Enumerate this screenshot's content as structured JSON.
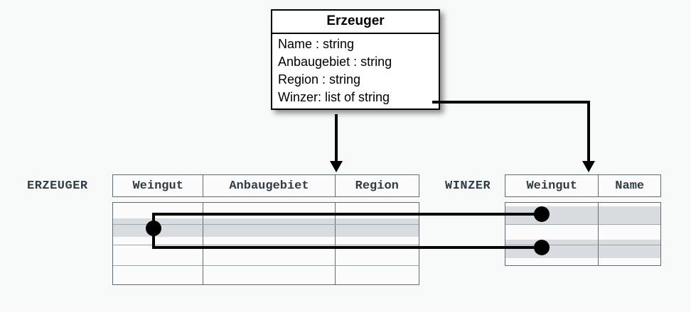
{
  "diagram": {
    "uml_class": {
      "name": "Erzeuger",
      "attributes": [
        "Name : string",
        "Anbaugebiet : string",
        "Region : string",
        "Winzer: list of string"
      ]
    },
    "tables": [
      {
        "label": "ERZEUGER",
        "columns": [
          "Weingut",
          "Anbaugebiet",
          "Region"
        ],
        "row_count": 4,
        "highlighted_rows": [
          2
        ]
      },
      {
        "label": "WINZER",
        "columns": [
          "Weingut",
          "Name"
        ],
        "row_count": 3,
        "highlighted_rows": [
          1,
          3
        ]
      }
    ],
    "connectors": [
      {
        "name": "erzeuger-mapping-arrow",
        "from": "Erzeuger class box",
        "to": "ERZEUGER table"
      },
      {
        "name": "winzer-mapping-arrow",
        "from": "Winzer: list of string",
        "to": "WINZER table Weingut column"
      },
      {
        "name": "foreign-key-link-upper",
        "from": "ERZEUGER Weingut row 2",
        "to": "WINZER Weingut row 1"
      },
      {
        "name": "foreign-key-link-lower",
        "from": "ERZEUGER Weingut row 2",
        "to": "WINZER Weingut row 3"
      }
    ],
    "colors": {
      "line": "#000000",
      "table_border": "#5d6e73",
      "row_highlight": "#d8dce0",
      "label_text": "#2f3e46",
      "background": "#f8f9f9"
    }
  }
}
